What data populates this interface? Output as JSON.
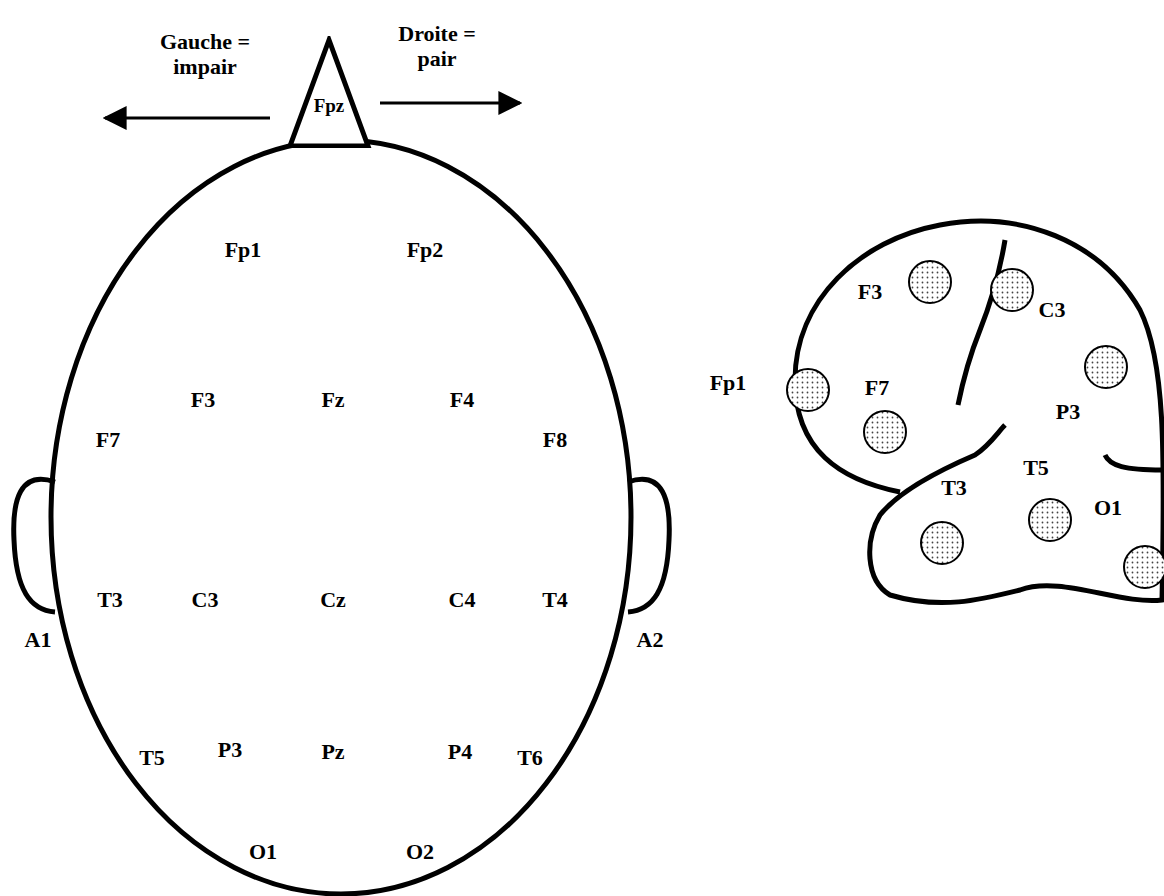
{
  "diagram": {
    "nodes": [
      {
        "text": [
          "Fpz"
        ]
      }
    ],
    "labels": [
      "Gauche = impair",
      "Droite = pair",
      "Fp1",
      "Fp2",
      "F3",
      "Fz",
      "F4",
      "F7",
      "F8",
      "A1",
      "T3",
      "C3",
      "Cz",
      "C4",
      "T4",
      "A2",
      "T5",
      "P3",
      "Pz",
      "P4",
      "T6",
      "O1",
      "O2",
      "F3",
      "C3",
      "Fp1",
      "F7",
      "P3",
      "T5",
      "T3",
      "O1"
    ]
  }
}
